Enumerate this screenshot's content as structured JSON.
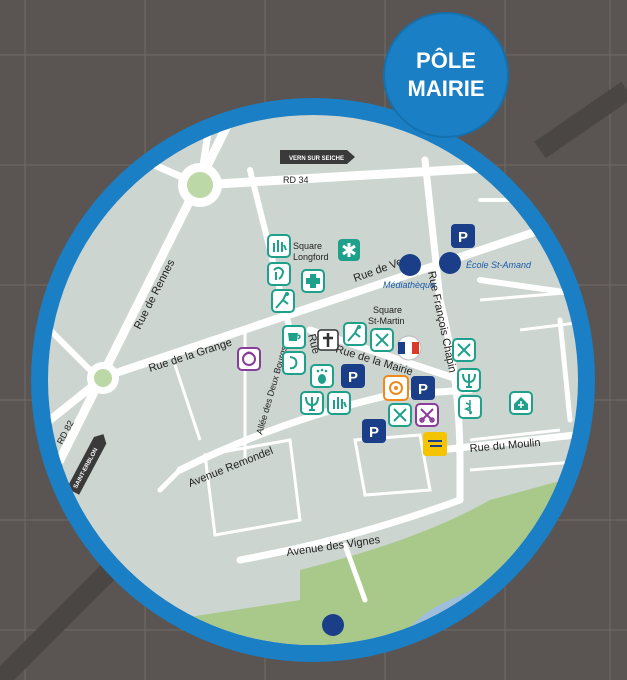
{
  "title": {
    "line1": "PÔLE",
    "line2": "MAIRIE"
  },
  "roads": {
    "rue_de_rennes": "Rue de Rennes",
    "rd34": "RD 34",
    "rd82": "RD 82",
    "vern_sur_seiche": "VERN SUR SEICHE",
    "saint_erblon": "SAINT-ERBLON",
    "rue_de_vern": "Rue de Vern",
    "rue_de_la_grange": "Rue de la Grange",
    "rue_de_la_mairie": "Rue de la Mairie",
    "rue_francois_chapin": "Rue François Chapin",
    "rue_du_moulin": "Rue du Moulin",
    "avenue_remondel": "Avenue Remondel",
    "avenue_des_vignes": "Avenue des Vignes",
    "allee_des_deux_bourgs": "Allée des Deux Bourgs",
    "rue_small": "Rue"
  },
  "places": {
    "square_longford_1": "Square",
    "square_longford_2": "Longford",
    "square_st_martin_1": "Square",
    "square_st_martin_2": "St-Martin",
    "mediatheque": "Médiathèque",
    "ecole": "École St-Amand"
  },
  "parking_label": "P",
  "colors": {
    "background": "#5a5552",
    "ring": "#1a7fc4",
    "map": "#cdd5d0",
    "road": "#ffffff",
    "park": "#a9c98a",
    "water": "#9fbedd",
    "teal": "#1ea08a",
    "purple": "#8a3c9a",
    "navy": "#1a3f88",
    "orange": "#f08a1c",
    "red": "#d93a2b",
    "yellow": "#f5c400"
  }
}
